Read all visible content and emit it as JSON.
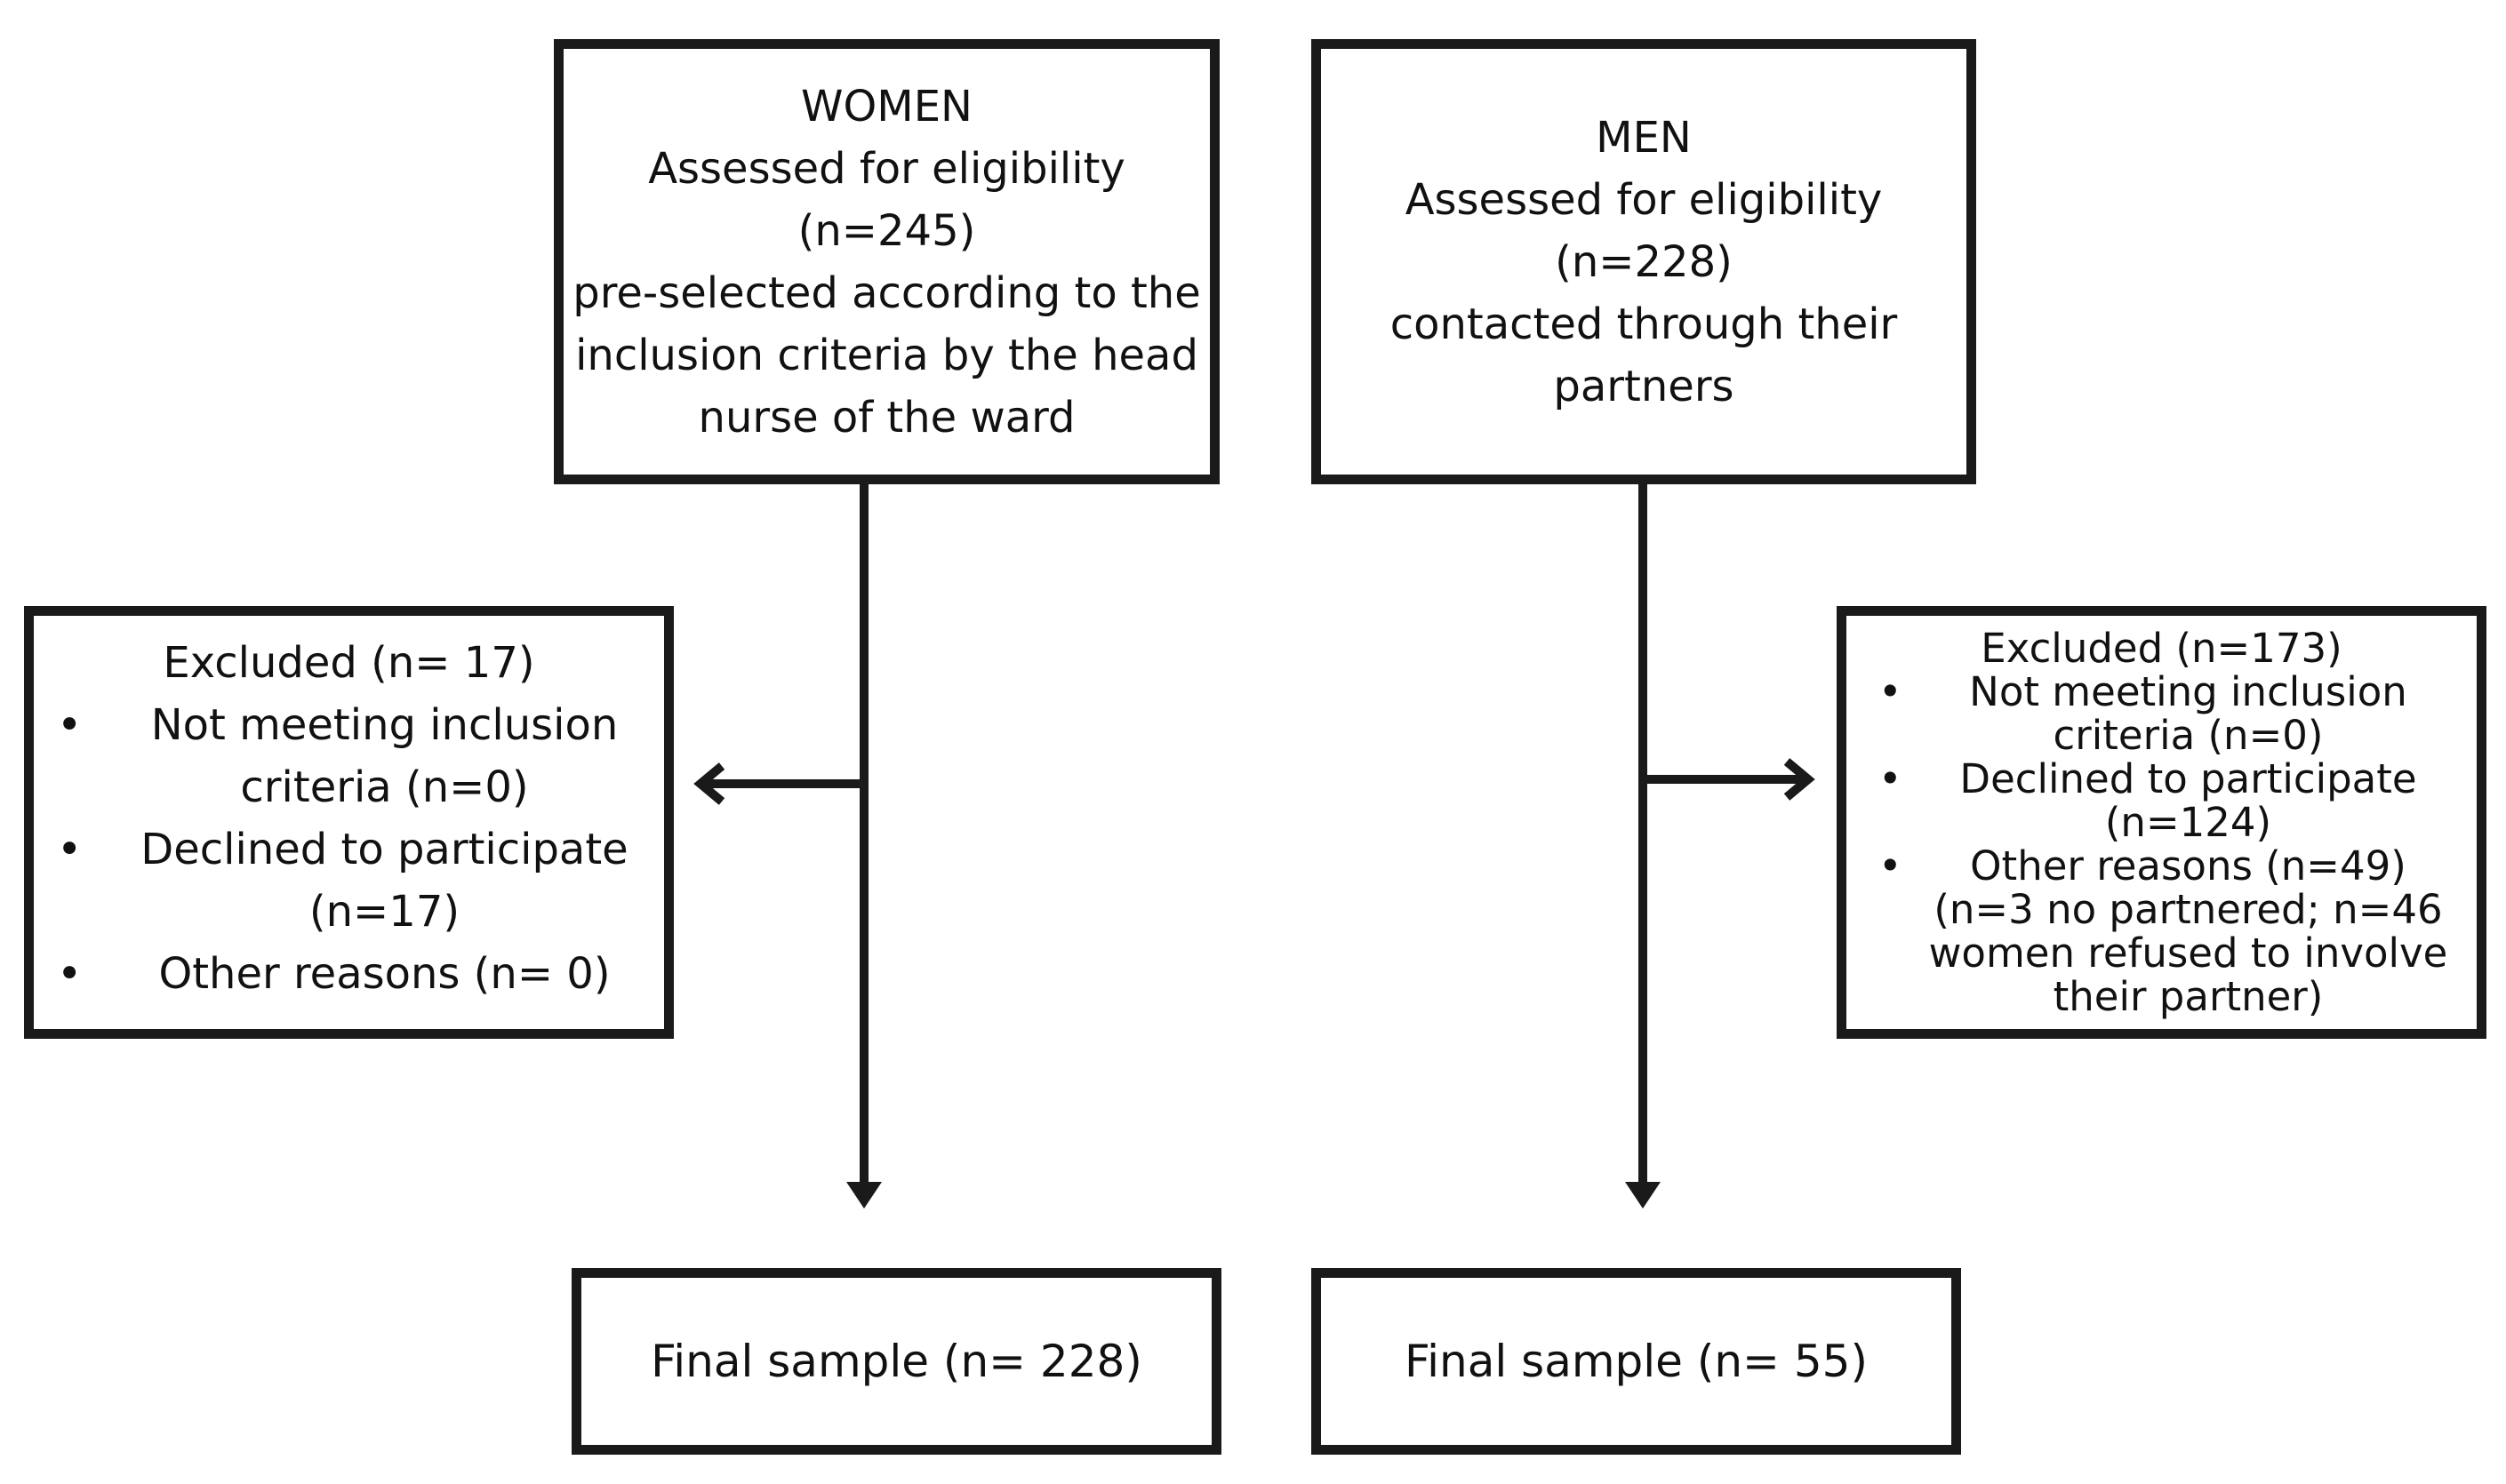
{
  "women_assessed": {
    "lines": [
      "WOMEN",
      "Assessed for eligibility",
      "(n=245)",
      "pre-selected according to the",
      "inclusion criteria by the head",
      "nurse of the ward"
    ]
  },
  "men_assessed": {
    "lines": [
      "MEN",
      "Assessed for eligibility",
      "(n=228)",
      "contacted through their",
      "partners"
    ]
  },
  "women_excluded": {
    "title": "Excluded  (n= 17)",
    "items": [
      [
        "Not meeting inclusion",
        "criteria (n=0)"
      ],
      [
        "Declined to participate",
        "(n=17)"
      ],
      [
        "Other reasons (n= 0)"
      ]
    ]
  },
  "men_excluded": {
    "title": "Excluded  (n=173)",
    "items": [
      [
        "Not meeting inclusion",
        "criteria (n=0)"
      ],
      [
        "Declined to participate",
        "(n=124)"
      ],
      [
        "Other reasons (n=49)",
        "(n=3 no partnered; n=46",
        "women refused to involve",
        "their partner)"
      ]
    ]
  },
  "women_final": {
    "label": "Final sample (n= 228)"
  },
  "men_final": {
    "label": "Final sample (n= 55)"
  },
  "bullet_glyph": "•"
}
